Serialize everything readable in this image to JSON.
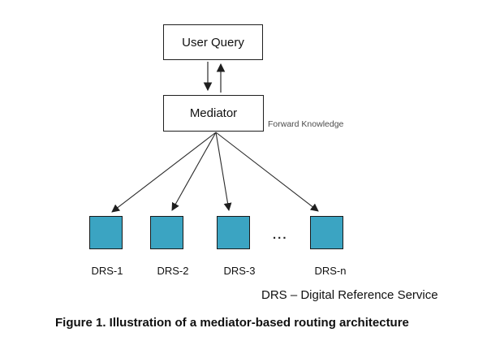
{
  "diagram": {
    "nodes": {
      "user_query": {
        "label": "User Query"
      },
      "mediator": {
        "label": "Mediator"
      }
    },
    "annotations": {
      "forward_knowledge": "Forward Knowledge",
      "ellipsis": "..."
    },
    "drs_nodes": [
      {
        "label": "DRS-1"
      },
      {
        "label": "DRS-2"
      },
      {
        "label": "DRS-3"
      },
      {
        "label": "DRS-n"
      }
    ],
    "legend": "DRS – Digital Reference Service",
    "caption": "Figure 1. Illustration of a mediator-based routing architecture",
    "colors": {
      "drs_fill": "#3BA4C2",
      "drs_border": "#1a1a1a",
      "box_border": "#1f1f1f",
      "annotation_text": "#4c4c4c",
      "arrow": "#2a2a2a"
    }
  }
}
